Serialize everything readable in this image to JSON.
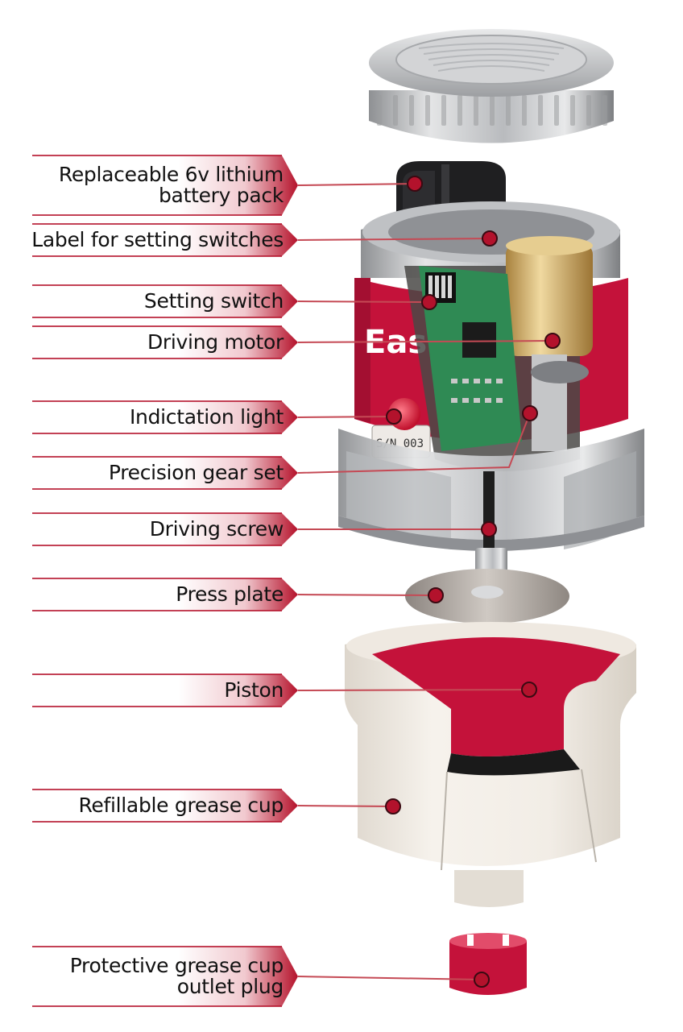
{
  "parts": [
    {
      "id": "battery",
      "lines": [
        "Replaceable 6v lithium",
        "battery pack"
      ]
    },
    {
      "id": "label-switches",
      "lines": [
        "Label for setting switches"
      ]
    },
    {
      "id": "setting-switch",
      "lines": [
        "Setting switch"
      ]
    },
    {
      "id": "motor",
      "lines": [
        "Driving motor"
      ]
    },
    {
      "id": "light",
      "lines": [
        "Indictation light"
      ]
    },
    {
      "id": "gear",
      "lines": [
        "Precision gear set"
      ]
    },
    {
      "id": "screw",
      "lines": [
        "Driving screw"
      ]
    },
    {
      "id": "plate",
      "lines": [
        "Press plate"
      ]
    },
    {
      "id": "piston",
      "lines": [
        "Piston"
      ]
    },
    {
      "id": "cup",
      "lines": [
        "Refillable grease cup"
      ]
    },
    {
      "id": "plug",
      "lines": [
        "Protective grease cup",
        "outlet plug"
      ]
    }
  ],
  "device_text": {
    "brand": "Easy",
    "serial": "S/N 003"
  },
  "colors": {
    "accent": "#c4123a",
    "arrow": "#b5122b",
    "leader": "#c54a55",
    "dot": "#b3122c",
    "text": "#111111"
  }
}
